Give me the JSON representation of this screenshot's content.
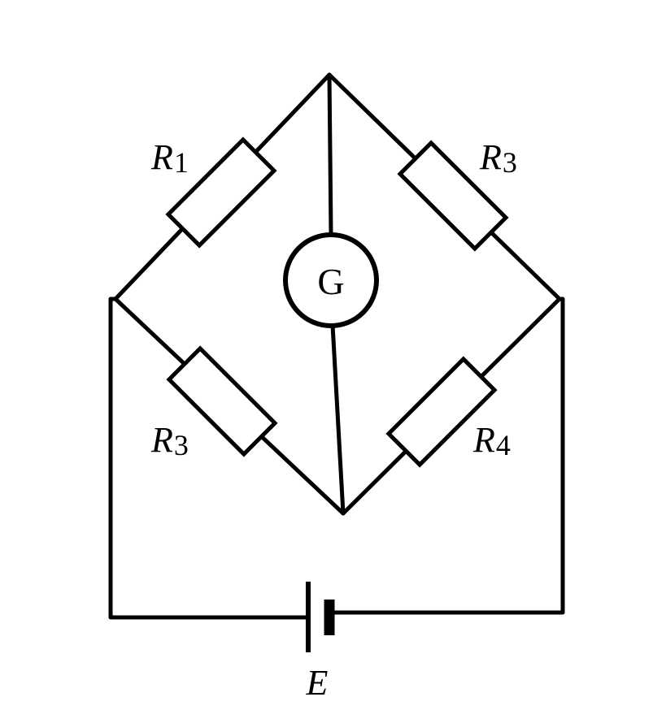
{
  "circuit": {
    "galvanometer": {
      "symbol": "G"
    },
    "resistors": [
      {
        "letter": "R",
        "sub": "1"
      },
      {
        "letter": "R",
        "sub": "3"
      },
      {
        "letter": "R",
        "sub": "3"
      },
      {
        "letter": "R",
        "sub": "4"
      }
    ],
    "battery": {
      "label": "E"
    }
  }
}
